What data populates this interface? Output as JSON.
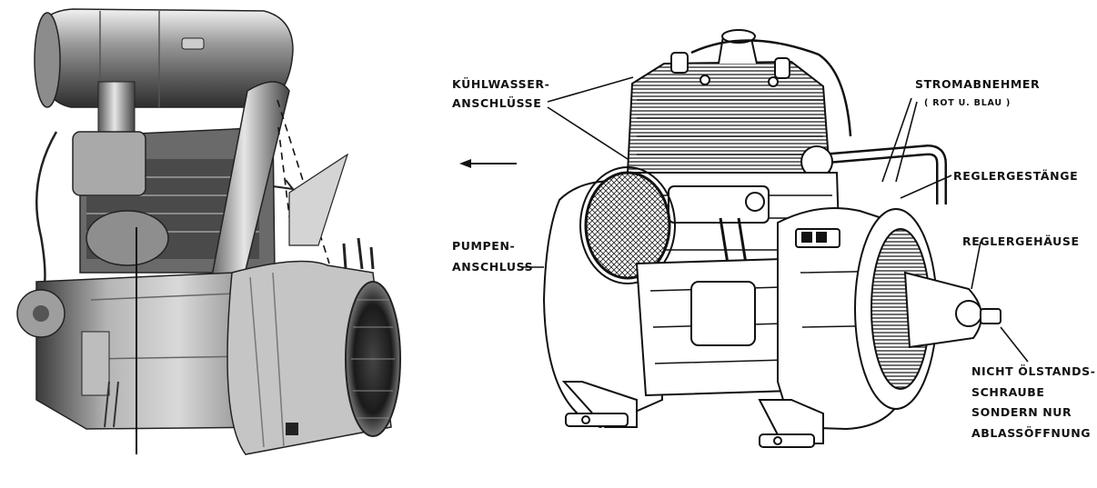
{
  "labels": {
    "kuehlwasser_line1": "KÜHLWASSER-",
    "kuehlwasser_line2": "ANSCHLÜSSE",
    "pumpen_line1": "PUMPEN-",
    "pumpen_line2": "ANSCHLUSS",
    "stromabnehmer_line1": "STROMABNEHMER",
    "stromabnehmer_line2": "( ROT U. BLAU )",
    "reglergestaenge": "REGLERGESTÄNGE",
    "reglergehaeuse": "REGLERGEHÄUSE",
    "note_line1": "NICHT ÖLSTANDS-",
    "note_line2": "SCHRAUBE",
    "note_line3": "SONDERN NUR",
    "note_line4": "ABLASSÖFFNUNG"
  }
}
